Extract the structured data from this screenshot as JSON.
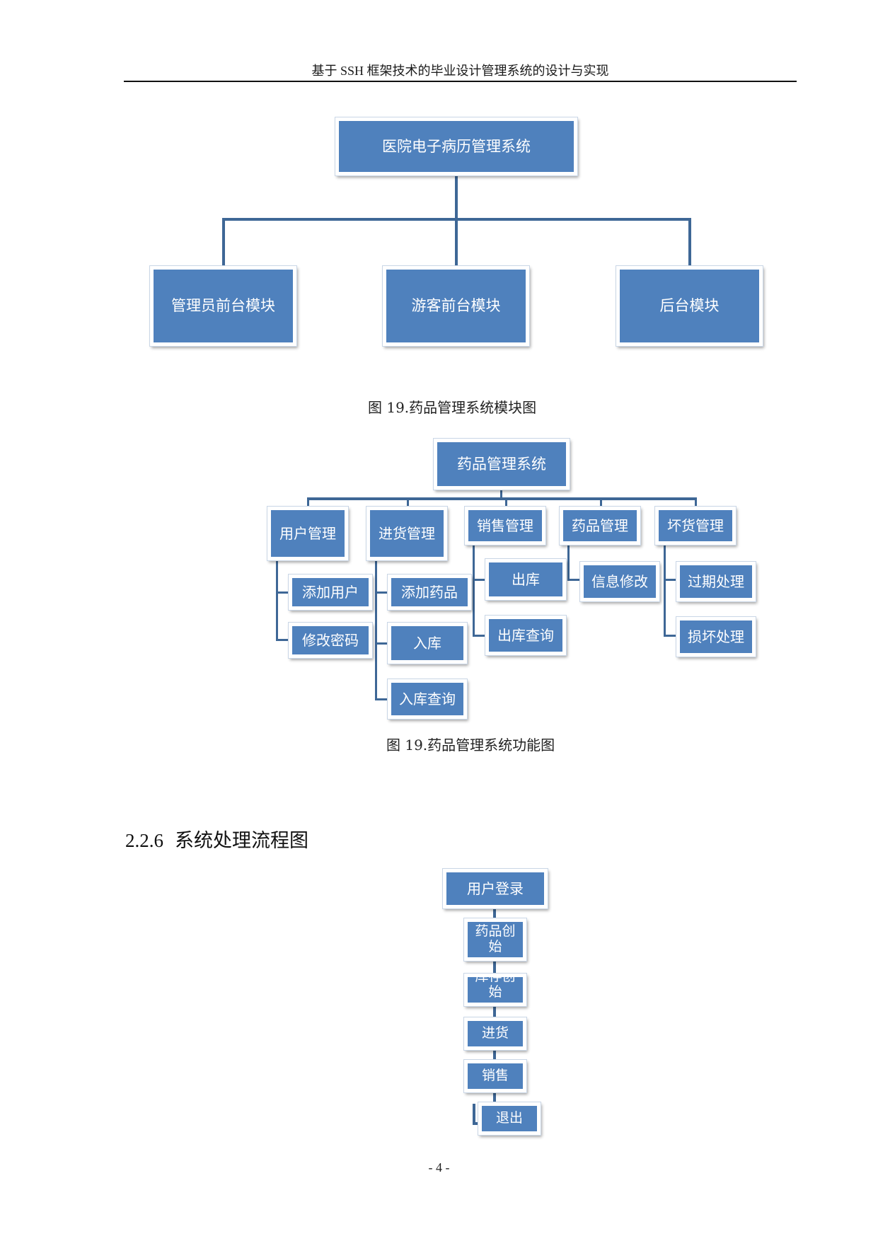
{
  "header": {
    "title": "基于 SSH 框架技术的毕业设计管理系统的设计与实现"
  },
  "diagram1": {
    "root": "医院电子病历管理系统",
    "children": [
      "管理员前台模块",
      "游客前台模块",
      "后台模块"
    ],
    "caption": "图 19.药品管理系统模块图"
  },
  "diagram2": {
    "root": "药品管理系统",
    "branches": [
      {
        "label": "用户管理",
        "items": [
          "添加用户",
          "修改密码"
        ]
      },
      {
        "label": "进货管理",
        "items": [
          "添加药品",
          "入库",
          "入库查询"
        ]
      },
      {
        "label": "销售管理",
        "items": [
          "出库",
          "出库查询"
        ]
      },
      {
        "label": "药品管理",
        "items": [
          "信息修改"
        ]
      },
      {
        "label": "坏货管理",
        "items": [
          "过期处理",
          "损坏处理"
        ]
      }
    ],
    "caption": "图 19.药品管理系统功能图"
  },
  "section": {
    "number": "2.2.6",
    "title": "系统处理流程图"
  },
  "flow": {
    "steps": [
      "用户登录",
      "药品创始",
      "库存创始",
      "进货",
      "销售",
      "退出"
    ]
  },
  "page_number": "- 4 -"
}
